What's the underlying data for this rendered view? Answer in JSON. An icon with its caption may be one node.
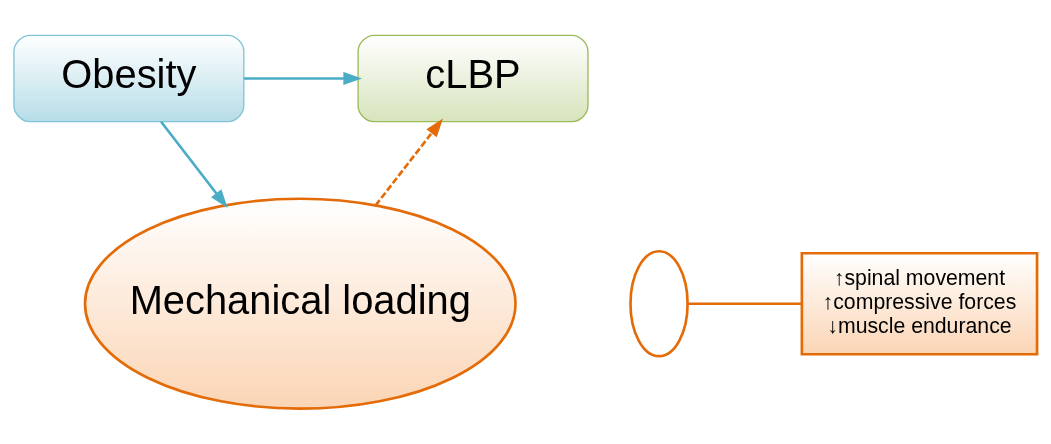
{
  "diagram": {
    "nodes": [
      {
        "text": [
          "Obesity"
        ]
      },
      {
        "text": [
          "cLBP"
        ]
      },
      {
        "text": [
          "Mechanical loading"
        ]
      },
      {
        "text": [],
        "shape": "ellipse"
      },
      {
        "text": [
          "↑spinal movement",
          "↑compressive forces",
          "↓muscle endurance"
        ]
      }
    ],
    "edges": [
      {
        "from": 0,
        "to": 1,
        "arrow": "to"
      },
      {
        "from": 0,
        "to": 2,
        "arrow": "to"
      },
      {
        "from": 2,
        "to": 1,
        "arrow": "to",
        "style": "dashed",
        "color": "#e36c09"
      },
      {
        "from": 3,
        "to": 4,
        "arrow": "none",
        "color": "#e36c09"
      }
    ]
  }
}
